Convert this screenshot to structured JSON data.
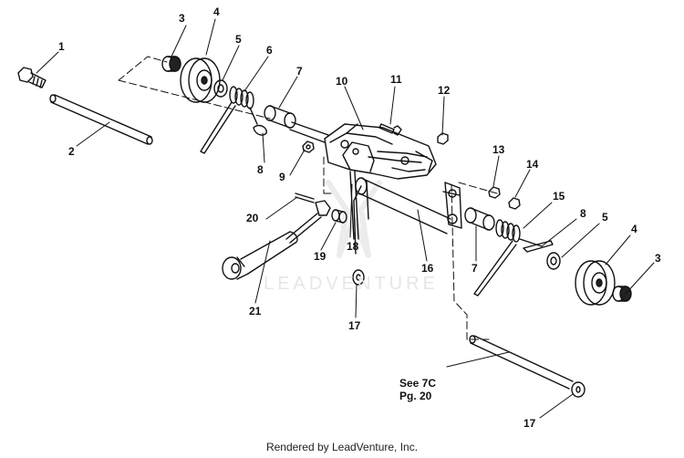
{
  "diagram": {
    "callouts": [
      "1",
      "2",
      "3",
      "4",
      "5",
      "6",
      "7",
      "8",
      "9",
      "10",
      "11",
      "12",
      "13",
      "14",
      "15",
      "8",
      "5",
      "4",
      "3",
      "16",
      "7",
      "17",
      "18",
      "19",
      "20",
      "21",
      "17"
    ],
    "note_line1": "See 7C",
    "note_line2": "Pg. 20",
    "watermark": "LEADVENTURE",
    "footer": "Rendered by LeadVenture, Inc."
  }
}
